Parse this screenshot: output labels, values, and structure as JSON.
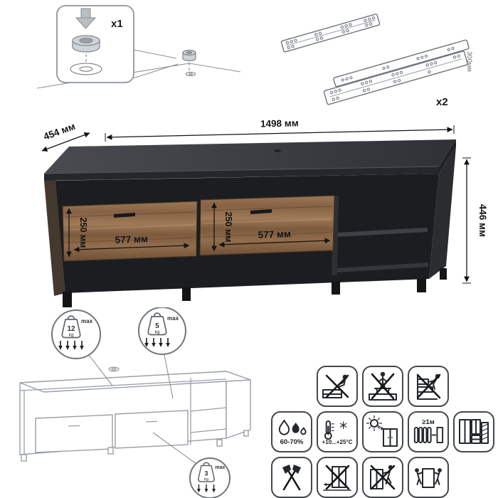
{
  "colors": {
    "frame": "#3a3b3f",
    "frame_dark": "#26272b",
    "interior": "#1c1d20",
    "wood": "#8f6c4d",
    "wood_dark": "#6b4e36",
    "outline": "#9aa0a6",
    "ink": "#24282c"
  },
  "hardware": {
    "foot": {
      "count": "x1"
    },
    "slides": {
      "count": "x2",
      "length": "300мм"
    }
  },
  "dimensions": {
    "width": "1498 мм",
    "depth": "454 мм",
    "height": "446 мм",
    "drawer1_height": "250 мм",
    "drawer1_width": "577 мм",
    "drawer2_height": "250 мм",
    "drawer2_width": "577 мм"
  },
  "load_limits": {
    "top": {
      "value": "12",
      "unit": "kg",
      "note": "max"
    },
    "shelf": {
      "value": "5",
      "unit": "kg",
      "note": "max"
    },
    "drawer": {
      "value": "3",
      "unit": "kg",
      "note": "max"
    }
  },
  "care": {
    "humidity": "60-70%",
    "temperature": "+10...+25°C",
    "heater_distance": "≥1м"
  }
}
